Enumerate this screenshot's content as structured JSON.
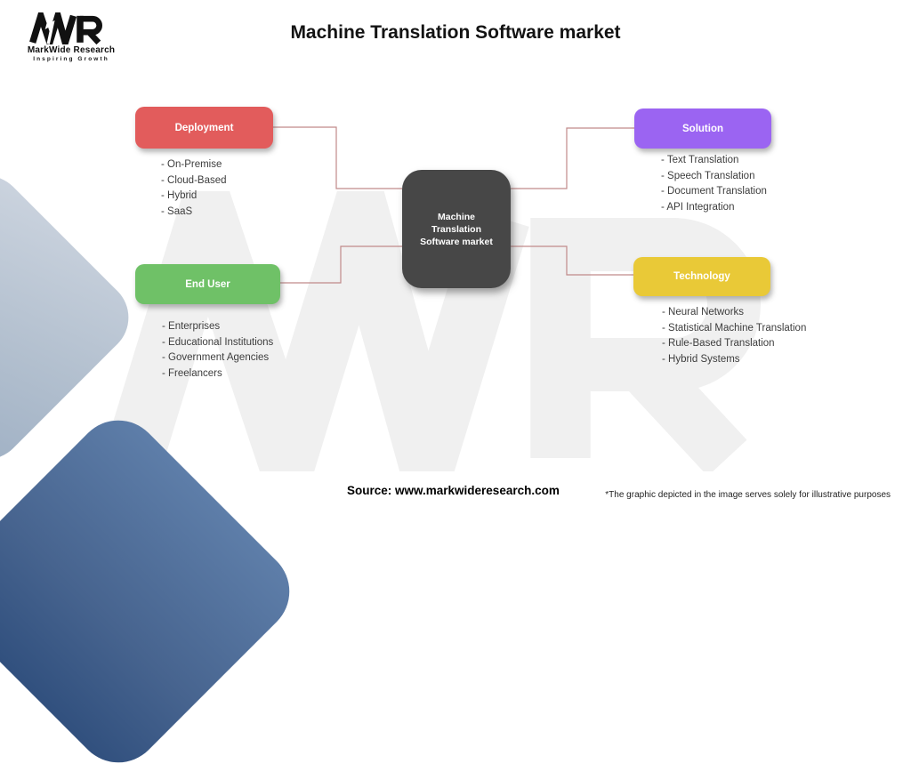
{
  "page": {
    "title": "Machine Translation Software market"
  },
  "logo": {
    "icon": "mwr-logo",
    "company": "MarkWide Research",
    "tagline": "Inspiring Growth"
  },
  "center_node": {
    "label": "Machine Translation Software market",
    "color": "#474747"
  },
  "categories": [
    {
      "label": "Deployment",
      "color": "#E25C5C",
      "items": [
        "- On-Premise",
        "- Cloud-Based",
        "- Hybrid",
        "- SaaS"
      ]
    },
    {
      "label": "Solution",
      "color": "#9B64F2",
      "items": [
        "- Text Translation",
        "- Speech Translation",
        "- Document Translation",
        "- API Integration"
      ]
    },
    {
      "label": "End User",
      "color": "#6FC167",
      "items": [
        "- Enterprises",
        "- Educational Institutions",
        "- Government Agencies",
        "- Freelancers"
      ]
    },
    {
      "label": "Technology",
      "color": "#E9C937",
      "items": [
        "- Neural Networks",
        "- Statistical Machine Translation",
        "- Rule-Based Translation",
        "- Hybrid Systems"
      ]
    }
  ],
  "connectors": {
    "color": "#C08A8A"
  },
  "decor": {
    "watermark_color": "#f0f0f0",
    "diamond_light_color": "#b3c0cf",
    "diamond_dark_color": "#47648f"
  },
  "footer": {
    "source": "Source: www.markwideresearch.com",
    "disclaimer": "*The graphic depicted in the image serves solely for illustrative purposes"
  }
}
